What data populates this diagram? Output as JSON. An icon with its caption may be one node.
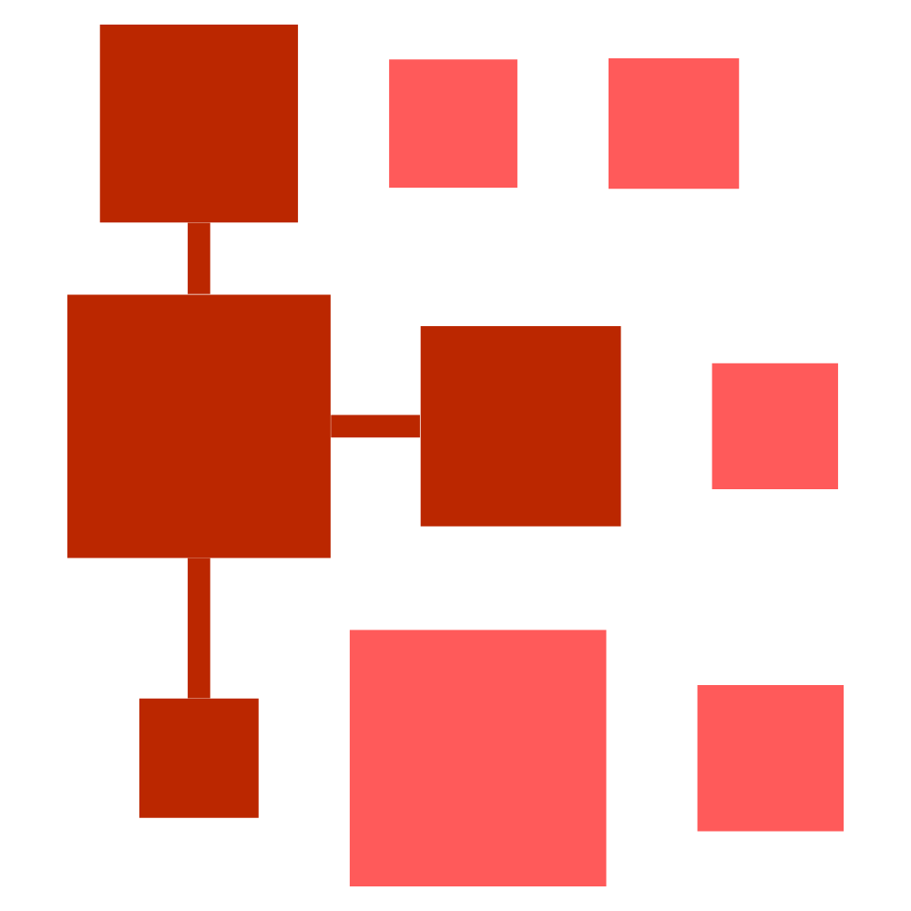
{
  "diagram": {
    "nodes": [
      {
        "text": [],
        "shape": "box"
      },
      {
        "text": [],
        "shape": "box"
      },
      {
        "text": [],
        "shape": "box"
      },
      {
        "text": [],
        "shape": "box"
      },
      {
        "text": [],
        "shape": "box"
      },
      {
        "text": [],
        "shape": "box"
      },
      {
        "text": [],
        "shape": "box"
      },
      {
        "text": [],
        "shape": "box"
      },
      {
        "text": [],
        "shape": "box"
      }
    ],
    "edges": [
      {
        "from": 0,
        "to": 4,
        "arrow": "none"
      },
      {
        "from": 4,
        "to": 3,
        "arrow": "none"
      },
      {
        "from": 4,
        "to": 8,
        "arrow": "none"
      }
    ]
  }
}
